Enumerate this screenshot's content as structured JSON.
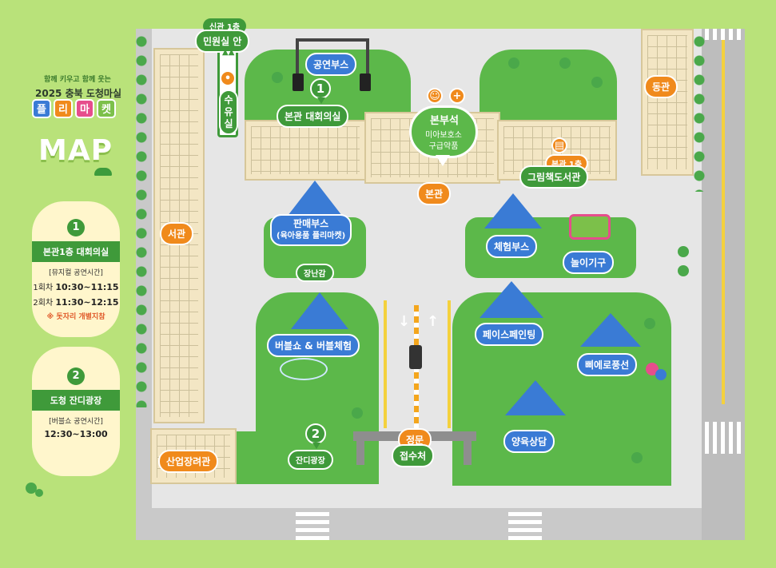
{
  "header": {
    "slogan": "함께 키우고 함께 웃는",
    "title": "2025 충북 도청마실",
    "market_chars": [
      "플",
      "리",
      "마",
      "켓"
    ],
    "market_colors": [
      "#3a7bd5",
      "#f08a1c",
      "#e64d8c",
      "#7cc04a"
    ],
    "map_word": "MAP"
  },
  "panel1": {
    "number": "1",
    "place": "본관1층 대회의실",
    "subtitle": "[뮤지컬 공연시간]",
    "session1_label": "1회차",
    "session1_time": "10:30~11:15",
    "session2_label": "2회차",
    "session2_time": "11:30~12:15",
    "note": "※ 돗자리 개별지참"
  },
  "panel2": {
    "number": "2",
    "place": "도청 잔디광장",
    "subtitle": "[버블쇼 공연시간]",
    "time": "12:30~13:00"
  },
  "map": {
    "new_building_floor": "신관 1층",
    "civil_office": "민원실 안",
    "nursing_room": "수유실",
    "performance_booth": "공연부스",
    "pin1": "1",
    "main_hall_room": "본관 대회의실",
    "hq_title": "본부석",
    "hq_sub1": "미아보호소",
    "hq_sub2": "구급약품",
    "main_building": "본관",
    "library_floor": "본관 1층",
    "library": "그림책도서관",
    "east_building": "동관",
    "west_building": "서관",
    "sales_booth": "판매부스",
    "sales_booth_sub": "(육아용품 플리마켓)",
    "toy_area": "장난감",
    "experience_booth": "체험부스",
    "rides": "놀이기구",
    "bubble_show": "버블쇼 & 버블체험",
    "pin2": "2",
    "lawn_plaza": "잔디광장",
    "face_painting": "페이스페인팅",
    "balloon_clown": "삐에로풍선",
    "parenting_consult": "양육상담",
    "main_gate": "정문",
    "reception": "접수처",
    "industry_building": "산업장려관"
  }
}
